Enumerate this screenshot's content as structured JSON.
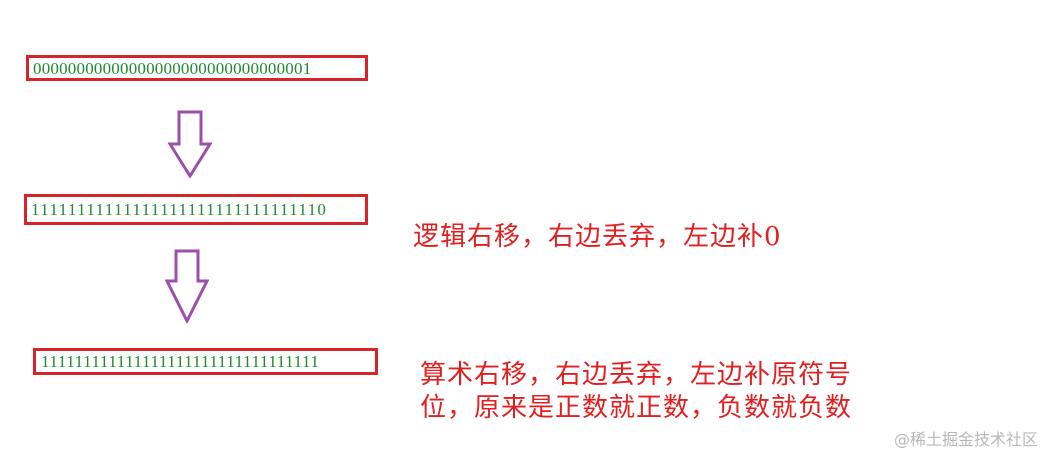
{
  "diagram": {
    "boxes": [
      {
        "label": "00000000000000000000000000000001"
      },
      {
        "label": "11111111111111111111111111111110"
      },
      {
        "label": "111111111111111111111111111111111"
      }
    ],
    "arrows": [
      {
        "direction": "down",
        "icon": "down-arrow-outline"
      },
      {
        "direction": "down",
        "icon": "down-arrow-outline"
      }
    ],
    "notes": {
      "logical_shift": "逻辑右移，右边丢弃，左边补0",
      "arithmetic_shift_line1": "算术右移，右边丢弃，左边补原符号",
      "arithmetic_shift_line2": "位，原来是正数就正数，负数就负数"
    },
    "colors": {
      "box_border": "#d9232b",
      "bits_text": "#1f8a2e",
      "arrow": "#9b4fa8",
      "note_text": "#e02020"
    }
  },
  "watermark": "@稀土掘金技术社区"
}
